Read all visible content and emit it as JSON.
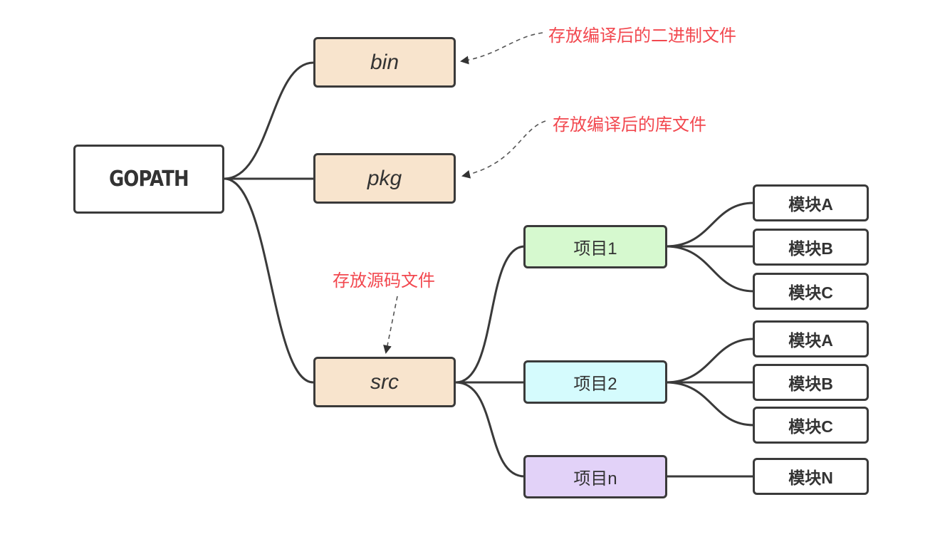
{
  "root": {
    "label": "GOPATH"
  },
  "dirs": [
    {
      "label": "bin",
      "note": "存放编译后的二进制文件"
    },
    {
      "label": "pkg",
      "note": "存放编译后的库文件"
    },
    {
      "label": "src",
      "note": "存放源码文件"
    }
  ],
  "projects": [
    {
      "label": "项目1",
      "color": "#d6f9cf",
      "modules": [
        "模块A",
        "模块B",
        "模块C"
      ]
    },
    {
      "label": "项目2",
      "color": "#d5fbfd",
      "modules": [
        "模块A",
        "模块B",
        "模块C"
      ]
    },
    {
      "label": "项目n",
      "color": "#e2d2f8",
      "modules": [
        "模块N"
      ]
    }
  ],
  "colors": {
    "note": "#f2484f",
    "dir_fill": "#f8e4cd",
    "border": "#3a3a3a"
  }
}
